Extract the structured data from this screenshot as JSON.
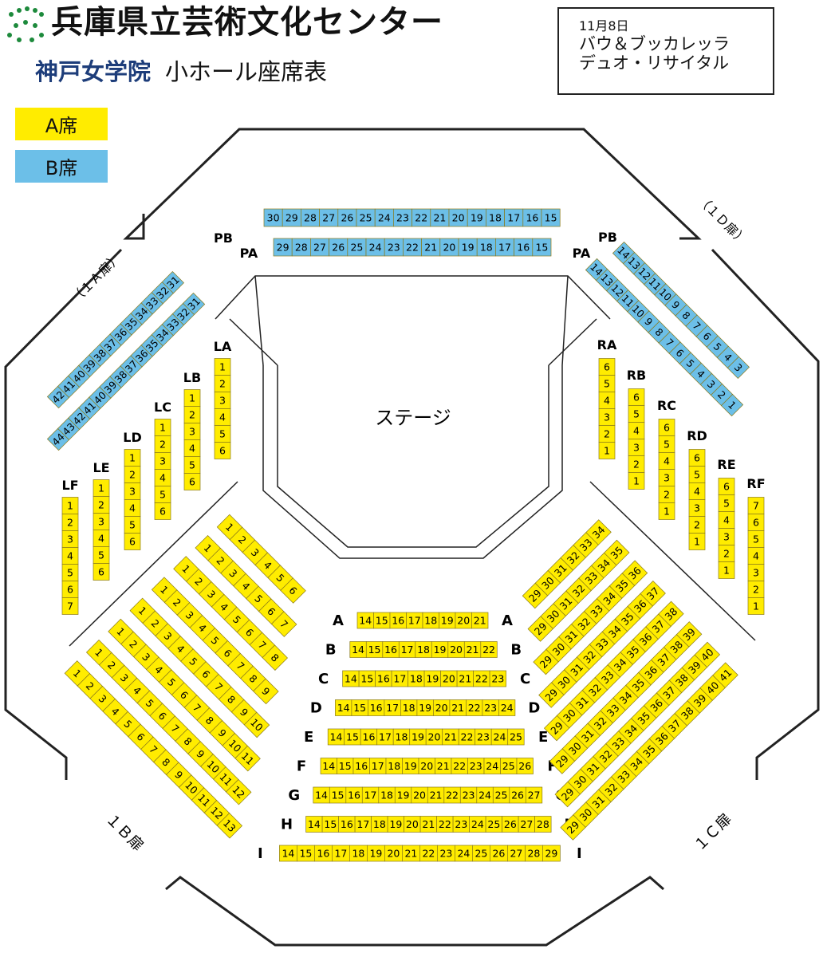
{
  "header": {
    "venue": "兵庫県立芸術文化センター",
    "hall_sponsor": "神戸女学院",
    "hall_name": "小ホール座席表"
  },
  "event": {
    "date": "11月8日",
    "performers": "バウ＆ブッカレッラ",
    "title": "デュオ・リサイタル"
  },
  "legend": [
    {
      "label": "A席",
      "color": "#ffec00"
    },
    {
      "label": "B席",
      "color": "#6cbfe8"
    }
  ],
  "stage_label": "ステージ",
  "doors": {
    "d1A": "（１Ａ扉）",
    "d1D": "（１Ｄ扉）",
    "d1B": "１Ｂ扉",
    "d1C": "１Ｃ扉"
  },
  "blocks": {
    "center_rows": [
      {
        "row": "A",
        "seats": [
          14,
          15,
          16,
          17,
          18,
          19,
          20,
          21
        ],
        "cls": "A"
      },
      {
        "row": "B",
        "seats": [
          14,
          15,
          16,
          17,
          18,
          19,
          20,
          21,
          22
        ],
        "cls": "A"
      },
      {
        "row": "C",
        "seats": [
          14,
          15,
          16,
          17,
          18,
          19,
          20,
          21,
          22,
          23
        ],
        "cls": "A"
      },
      {
        "row": "D",
        "seats": [
          14,
          15,
          16,
          17,
          18,
          19,
          20,
          21,
          22,
          23,
          24
        ],
        "cls": "A"
      },
      {
        "row": "E",
        "seats": [
          14,
          15,
          16,
          17,
          18,
          19,
          20,
          21,
          22,
          23,
          24,
          25
        ],
        "cls": "A"
      },
      {
        "row": "F",
        "seats": [
          14,
          15,
          16,
          17,
          18,
          19,
          20,
          21,
          22,
          23,
          24,
          25,
          26
        ],
        "cls": "A"
      },
      {
        "row": "G",
        "seats": [
          14,
          15,
          16,
          17,
          18,
          19,
          20,
          21,
          22,
          23,
          24,
          25,
          26,
          27
        ],
        "cls": "A"
      },
      {
        "row": "H",
        "seats": [
          14,
          15,
          16,
          17,
          18,
          19,
          20,
          21,
          22,
          23,
          24,
          25,
          26,
          27,
          28
        ],
        "cls": "A"
      },
      {
        "row": "I",
        "seats": [
          14,
          15,
          16,
          17,
          18,
          19,
          20,
          21,
          22,
          23,
          24,
          25,
          26,
          27,
          28,
          29
        ],
        "cls": "A"
      }
    ],
    "top_rows": [
      {
        "row": "PB",
        "seats": [
          30,
          29,
          28,
          27,
          26,
          25,
          24,
          23,
          22,
          21,
          20,
          19,
          18,
          17,
          16,
          15
        ],
        "cls": "B"
      },
      {
        "row": "PA",
        "seats": [
          29,
          28,
          27,
          26,
          25,
          24,
          23,
          22,
          21,
          20,
          19,
          18,
          17,
          16,
          15
        ],
        "cls": "B"
      }
    ],
    "upper_left": [
      {
        "row": "PB",
        "seats": [
          42,
          41,
          40,
          39,
          38,
          37,
          36,
          35,
          34,
          33,
          32,
          31
        ],
        "cls": "B"
      },
      {
        "row": "PA",
        "seats": [
          44,
          43,
          42,
          41,
          40,
          39,
          38,
          37,
          36,
          35,
          34,
          33,
          32,
          31
        ],
        "cls": "B"
      }
    ],
    "upper_right": [
      {
        "row": "PB",
        "seats": [
          14,
          13,
          12,
          11,
          10,
          9,
          8,
          7,
          6,
          5,
          4,
          3
        ],
        "cls": "B"
      },
      {
        "row": "PA",
        "seats": [
          14,
          13,
          12,
          11,
          10,
          9,
          8,
          7,
          6,
          5,
          4,
          3,
          2,
          1
        ],
        "cls": "B"
      }
    ],
    "left_cols": [
      {
        "row": "LA",
        "seats": [
          1,
          2,
          3,
          4,
          5,
          6
        ]
      },
      {
        "row": "LB",
        "seats": [
          1,
          2,
          3,
          4,
          5,
          6
        ]
      },
      {
        "row": "LC",
        "seats": [
          1,
          2,
          3,
          4,
          5,
          6
        ]
      },
      {
        "row": "LD",
        "seats": [
          1,
          2,
          3,
          4,
          5,
          6
        ]
      },
      {
        "row": "LE",
        "seats": [
          1,
          2,
          3,
          4,
          5,
          6
        ]
      },
      {
        "row": "LF",
        "seats": [
          1,
          2,
          3,
          4,
          5,
          6,
          7
        ]
      }
    ],
    "right_cols": [
      {
        "row": "RA",
        "seats": [
          6,
          5,
          4,
          3,
          2,
          1
        ]
      },
      {
        "row": "RB",
        "seats": [
          6,
          5,
          4,
          3,
          2,
          1
        ]
      },
      {
        "row": "RC",
        "seats": [
          6,
          5,
          4,
          3,
          2,
          1
        ]
      },
      {
        "row": "RD",
        "seats": [
          6,
          5,
          4,
          3,
          2,
          1
        ]
      },
      {
        "row": "RE",
        "seats": [
          6,
          5,
          4,
          3,
          2,
          1
        ]
      },
      {
        "row": "RF",
        "seats": [
          7,
          6,
          5,
          4,
          3,
          2,
          1
        ]
      }
    ],
    "lower_left": [
      {
        "seats": [
          1,
          2,
          3,
          4,
          5,
          6
        ]
      },
      {
        "seats": [
          1,
          2,
          3,
          4,
          5,
          6,
          7
        ]
      },
      {
        "seats": [
          1,
          2,
          3,
          4,
          5,
          6,
          7,
          8
        ]
      },
      {
        "seats": [
          1,
          2,
          3,
          4,
          5,
          6,
          7,
          8,
          9
        ]
      },
      {
        "seats": [
          1,
          2,
          3,
          4,
          5,
          6,
          7,
          8,
          9,
          10
        ]
      },
      {
        "seats": [
          1,
          2,
          3,
          4,
          5,
          6,
          7,
          8,
          9,
          10,
          11
        ]
      },
      {
        "seats": [
          1,
          2,
          3,
          4,
          5,
          6,
          7,
          8,
          9,
          10,
          11,
          12
        ]
      },
      {
        "seats": [
          1,
          2,
          3,
          4,
          5,
          6,
          7,
          8,
          9,
          10,
          11,
          12,
          13
        ]
      }
    ],
    "lower_right": [
      {
        "seats": [
          29,
          30,
          31,
          32,
          33,
          34
        ]
      },
      {
        "seats": [
          29,
          30,
          31,
          32,
          33,
          34,
          35
        ]
      },
      {
        "seats": [
          29,
          30,
          31,
          32,
          33,
          34,
          35,
          36
        ]
      },
      {
        "seats": [
          29,
          30,
          31,
          32,
          33,
          34,
          35,
          36,
          37
        ]
      },
      {
        "seats": [
          29,
          30,
          31,
          32,
          33,
          34,
          35,
          36,
          37,
          38
        ]
      },
      {
        "seats": [
          29,
          30,
          31,
          32,
          33,
          34,
          35,
          36,
          37,
          38,
          39
        ]
      },
      {
        "seats": [
          29,
          30,
          31,
          32,
          33,
          34,
          35,
          36,
          37,
          38,
          39,
          40
        ]
      },
      {
        "seats": [
          29,
          30,
          31,
          32,
          33,
          34,
          35,
          36,
          37,
          38,
          39,
          40,
          41
        ]
      }
    ]
  }
}
